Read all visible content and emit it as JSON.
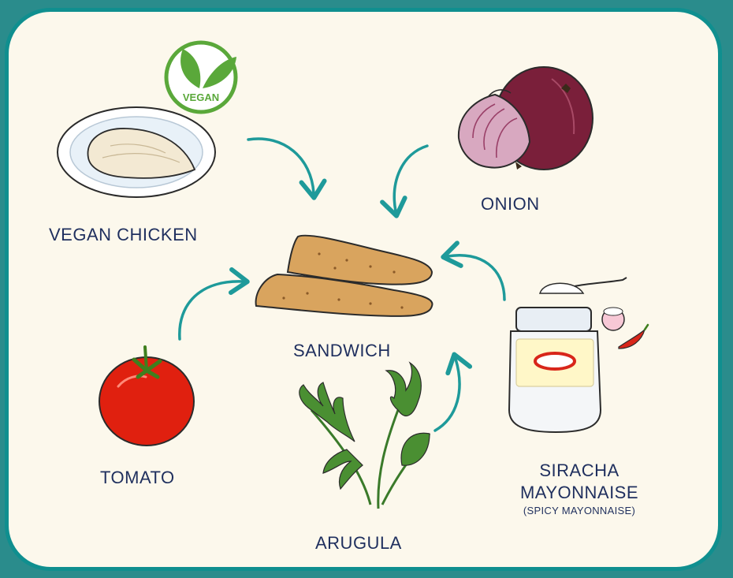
{
  "labels": {
    "vegan_chicken": "VEGAN CHICKEN",
    "onion": "ONION",
    "sandwich": "SANDWICH",
    "tomato": "TOMATO",
    "arugula": "ARUGULA",
    "siracha_line1": "SIRACHA",
    "siracha_line2": "MAYONNAISE",
    "siracha_note": "(SPICY MAYONNAISE)"
  },
  "badge": {
    "text": "VEGAN"
  },
  "colors": {
    "frame": "#0f8f8f",
    "background": "#fcf8ec",
    "arrow": "#1e9a9a",
    "label": "#1f2f5e",
    "vegan_green": "#5aa83a"
  },
  "icons": [
    "vegan-badge-icon",
    "chicken-plate-icon",
    "onion-icon",
    "sandwich-icon",
    "tomato-icon",
    "arugula-icon",
    "mayo-jar-icon",
    "tongue-icon",
    "chili-pepper-icon"
  ]
}
